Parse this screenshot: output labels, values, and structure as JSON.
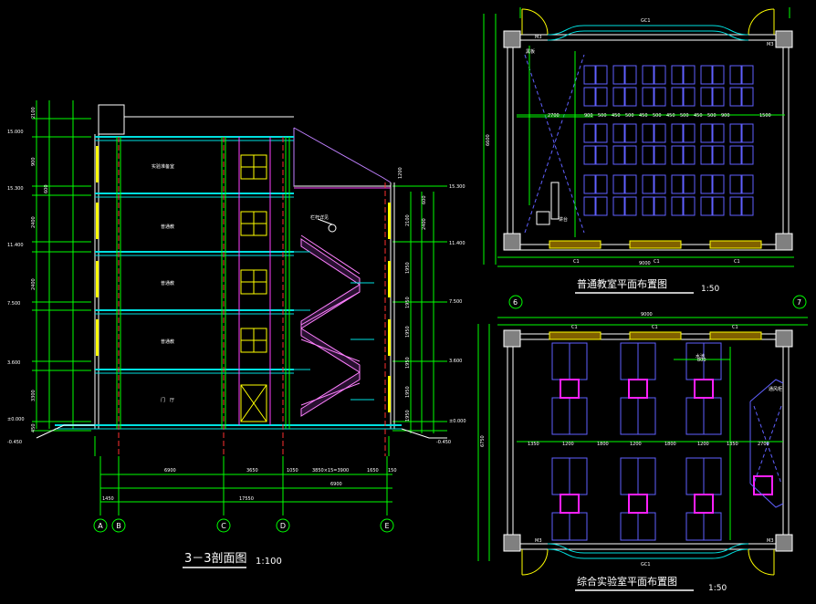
{
  "section_view": {
    "title": "3－3剖面图",
    "scale": "1:100",
    "axes": [
      "A",
      "B",
      "C",
      "D",
      "E"
    ],
    "left_elevations": [
      "15.000",
      "15.300",
      "11.400",
      "7.500",
      "3.600",
      "±0.000",
      "-0.450"
    ],
    "left_dims": [
      "2100",
      "900",
      "2400",
      "600",
      "2400",
      "3300",
      "450"
    ],
    "right_elevations": [
      "15.300",
      "11.400",
      "7.500",
      "3.600",
      "±0.000",
      "-0.450"
    ],
    "right_dims": [
      "1200",
      "600",
      "2400",
      "2100",
      "1950",
      "1950",
      "1950",
      "1950",
      "1950",
      "1950"
    ],
    "rooms": [
      "实验准备室",
      "普通教",
      "普通教",
      "普通教",
      "门　厅"
    ],
    "stair_note": "栏杆详见",
    "bottom_dims_upper": [
      "6900",
      "3650",
      "1050",
      "3850×15=3900",
      "1650",
      "150"
    ],
    "bottom_dims_lower": [
      "1450",
      "17550"
    ],
    "bottom_dim_right": "6900"
  },
  "classroom_plan": {
    "title": "普通教室平面布置图",
    "scale": "1:50",
    "top_window": "GC1",
    "bottom_windows": [
      "C1",
      "C1",
      "C1"
    ],
    "doors": [
      "M3",
      "M3"
    ],
    "overall_width": "9000",
    "overall_height": "6600",
    "desk_row_dims": [
      "900",
      "500",
      "450",
      "500",
      "450",
      "500",
      "450",
      "500",
      "450",
      "500",
      "900"
    ],
    "side_dims": [
      "1500",
      "2700"
    ],
    "labels": [
      "讲台",
      "黑板"
    ]
  },
  "lab_plan": {
    "title": "综合实验室平面布置图",
    "scale": "1:50",
    "axes": [
      "6",
      "7"
    ],
    "top_windows": [
      "C1",
      "C1",
      "C1"
    ],
    "bottom_window": "GC1",
    "doors": [
      "M3",
      "M3"
    ],
    "overall_width": "9000",
    "overall_height": "6750",
    "bench_dims": [
      "1350",
      "1200",
      "1800",
      "1200",
      "1800",
      "1200",
      "1350"
    ],
    "right_dims": [
      "2700",
      "800"
    ],
    "labels": [
      "水池",
      "通风柜"
    ]
  }
}
